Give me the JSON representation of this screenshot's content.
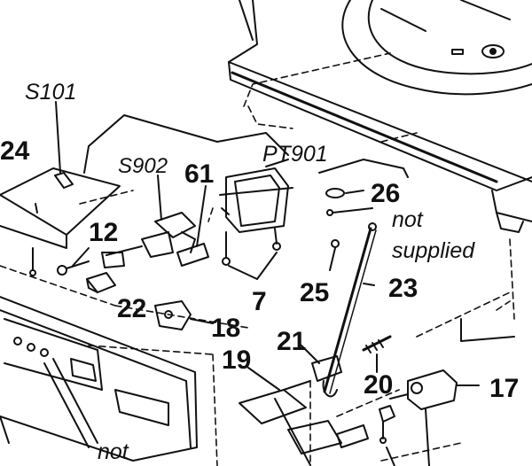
{
  "diagram": {
    "ref_labels": {
      "s101": "S101",
      "s902": "S902",
      "pt901": "PT901"
    },
    "callouts": {
      "c24": "24",
      "c12": "12",
      "c61": "61",
      "c7": "7",
      "c26": "26",
      "c25": "25",
      "c23": "23",
      "c22": "22",
      "c18": "18",
      "c19": "19",
      "c21": "21",
      "c20": "20",
      "c17": "17"
    },
    "notes": {
      "not_top": "not",
      "supplied": "supplied",
      "not_bottom": "not"
    }
  }
}
